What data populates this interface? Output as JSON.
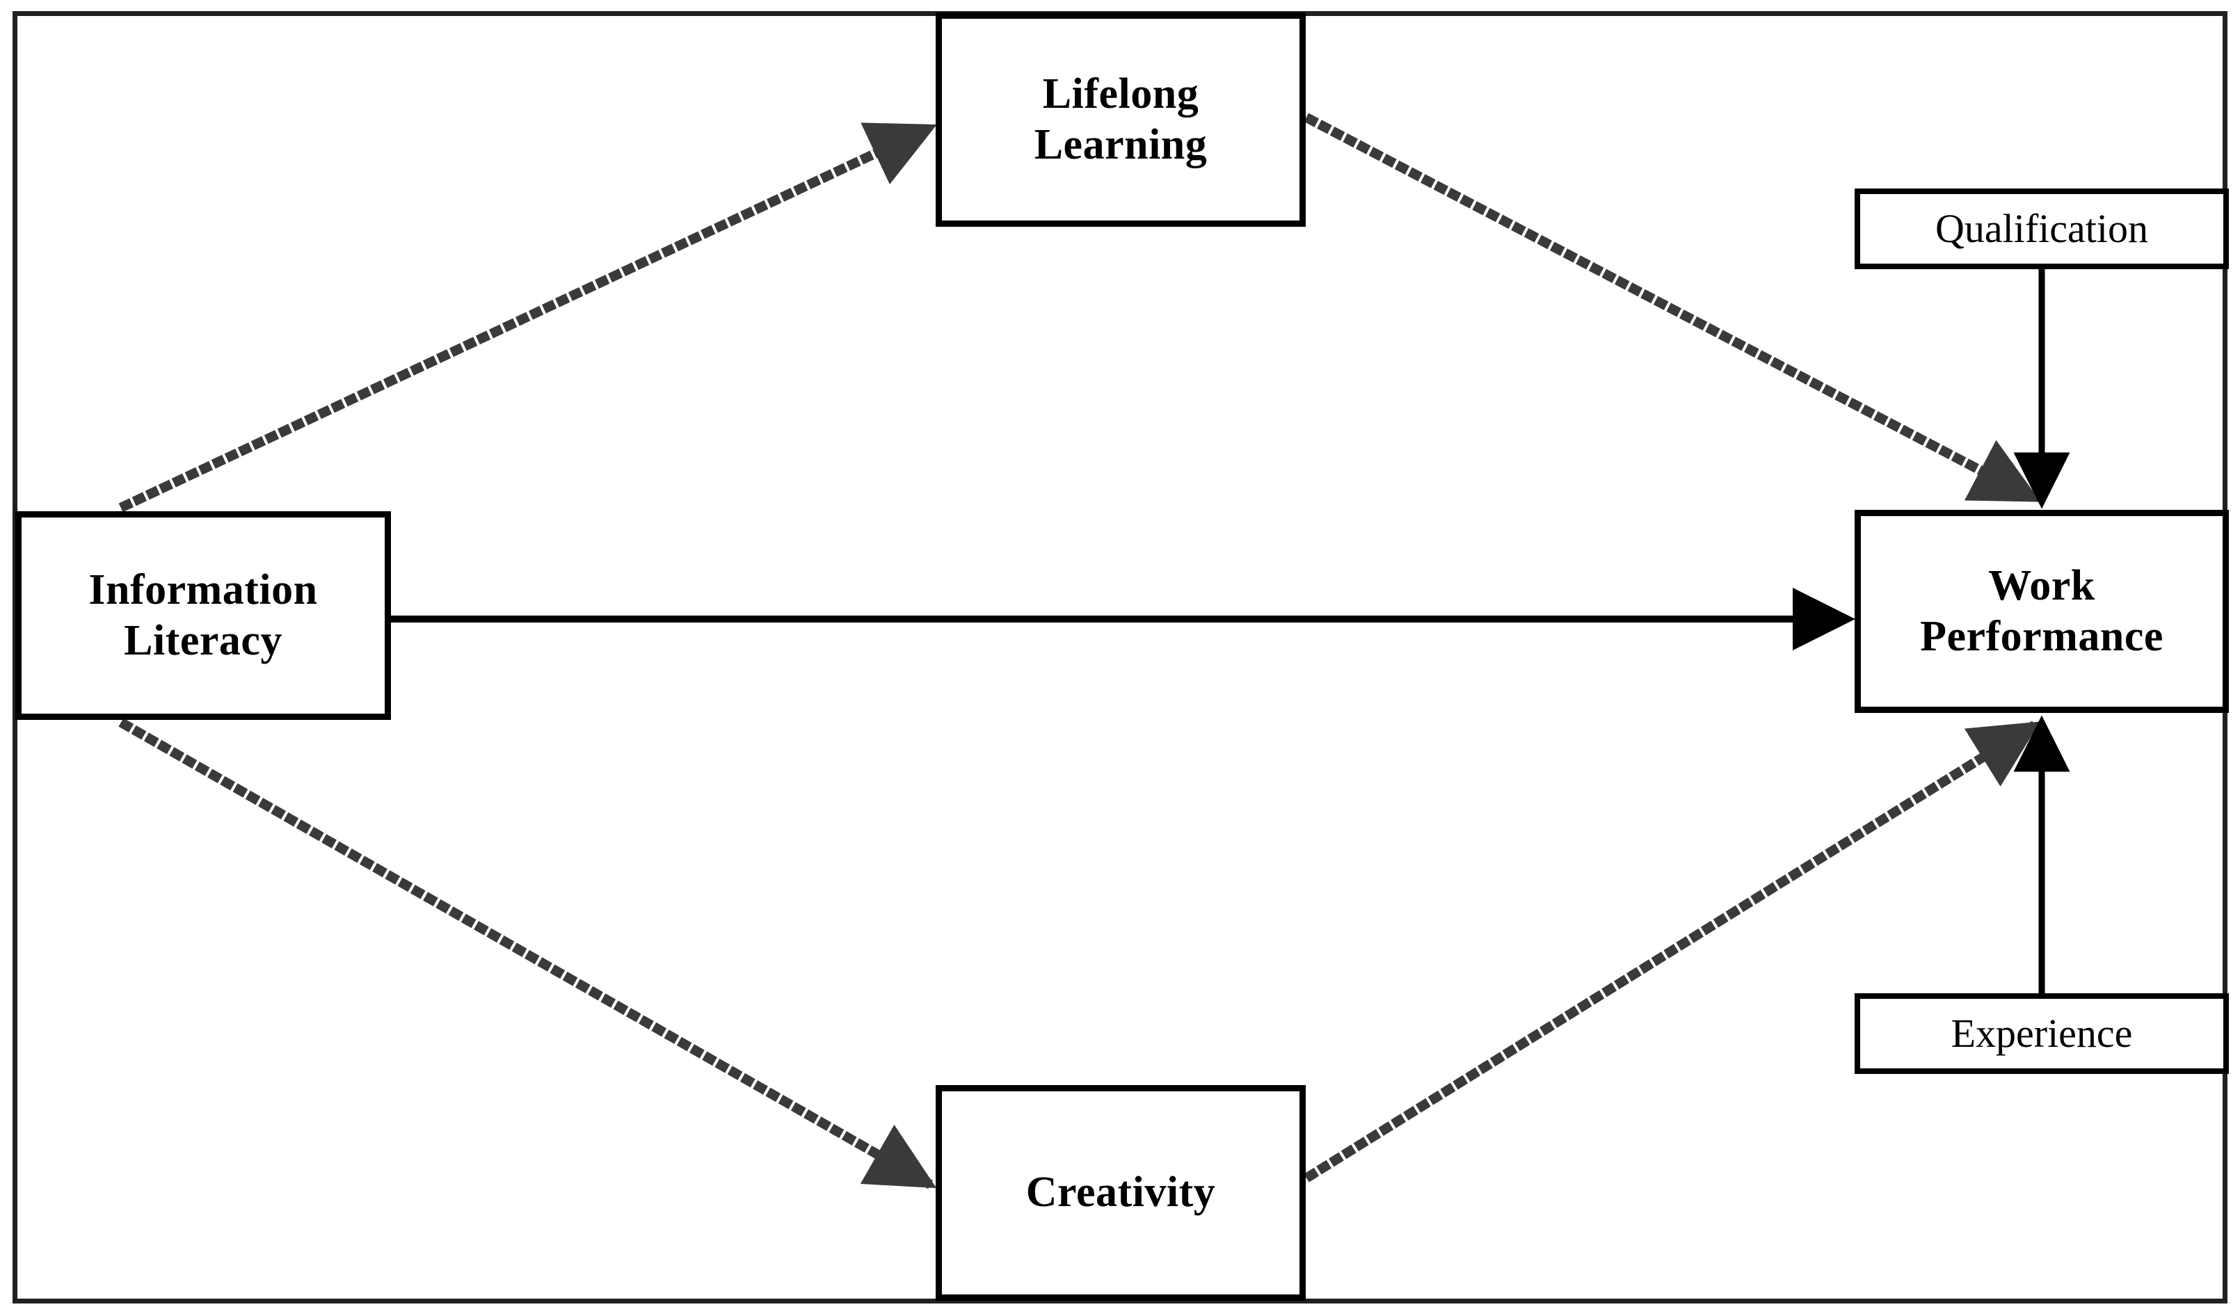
{
  "diagram": {
    "title": "Research conceptual model: Information Literacy and Work Performance",
    "type": "path-model",
    "background": "#ffffff",
    "frame_color": "#231f20",
    "node_border_color": "#000000",
    "solid_path_color": "#000000",
    "dotted_path_color": "#3a3a3a"
  },
  "nodes": {
    "information_literacy": {
      "id": "information-literacy",
      "label": "Information\nLiteracy",
      "role": "independent-variable",
      "style": "bold"
    },
    "lifelong_learning": {
      "id": "lifelong-learning",
      "label": "Lifelong\nLearning",
      "role": "mediator",
      "style": "bold"
    },
    "creativity": {
      "id": "creativity",
      "label": "Creativity",
      "role": "mediator",
      "style": "bold"
    },
    "work_performance": {
      "id": "work-performance",
      "label": "Work\nPerformance",
      "role": "dependent-variable",
      "style": "bold"
    },
    "qualification": {
      "id": "qualification",
      "label": "Qualification",
      "role": "moderator",
      "style": "regular"
    },
    "experience": {
      "id": "experience",
      "label": "Experience",
      "role": "moderator",
      "style": "regular"
    }
  },
  "edges": [
    {
      "id": "edge-il-to-ll",
      "from": "information_literacy",
      "to": "lifelong_learning",
      "line": "dotted",
      "arrow": "end"
    },
    {
      "id": "edge-ll-to-wp",
      "from": "lifelong_learning",
      "to": "work_performance",
      "line": "dotted",
      "arrow": "end"
    },
    {
      "id": "edge-il-to-wp",
      "from": "information_literacy",
      "to": "work_performance",
      "line": "solid",
      "arrow": "end"
    },
    {
      "id": "edge-il-to-cr",
      "from": "information_literacy",
      "to": "creativity",
      "line": "dotted",
      "arrow": "end"
    },
    {
      "id": "edge-cr-to-wp",
      "from": "creativity",
      "to": "work_performance",
      "line": "dotted",
      "arrow": "end"
    },
    {
      "id": "edge-qual-to-wp",
      "from": "qualification",
      "to": "work_performance",
      "line": "solid",
      "arrow": "end"
    },
    {
      "id": "edge-exp-to-wp",
      "from": "experience",
      "to": "work_performance",
      "line": "solid",
      "arrow": "end"
    }
  ]
}
